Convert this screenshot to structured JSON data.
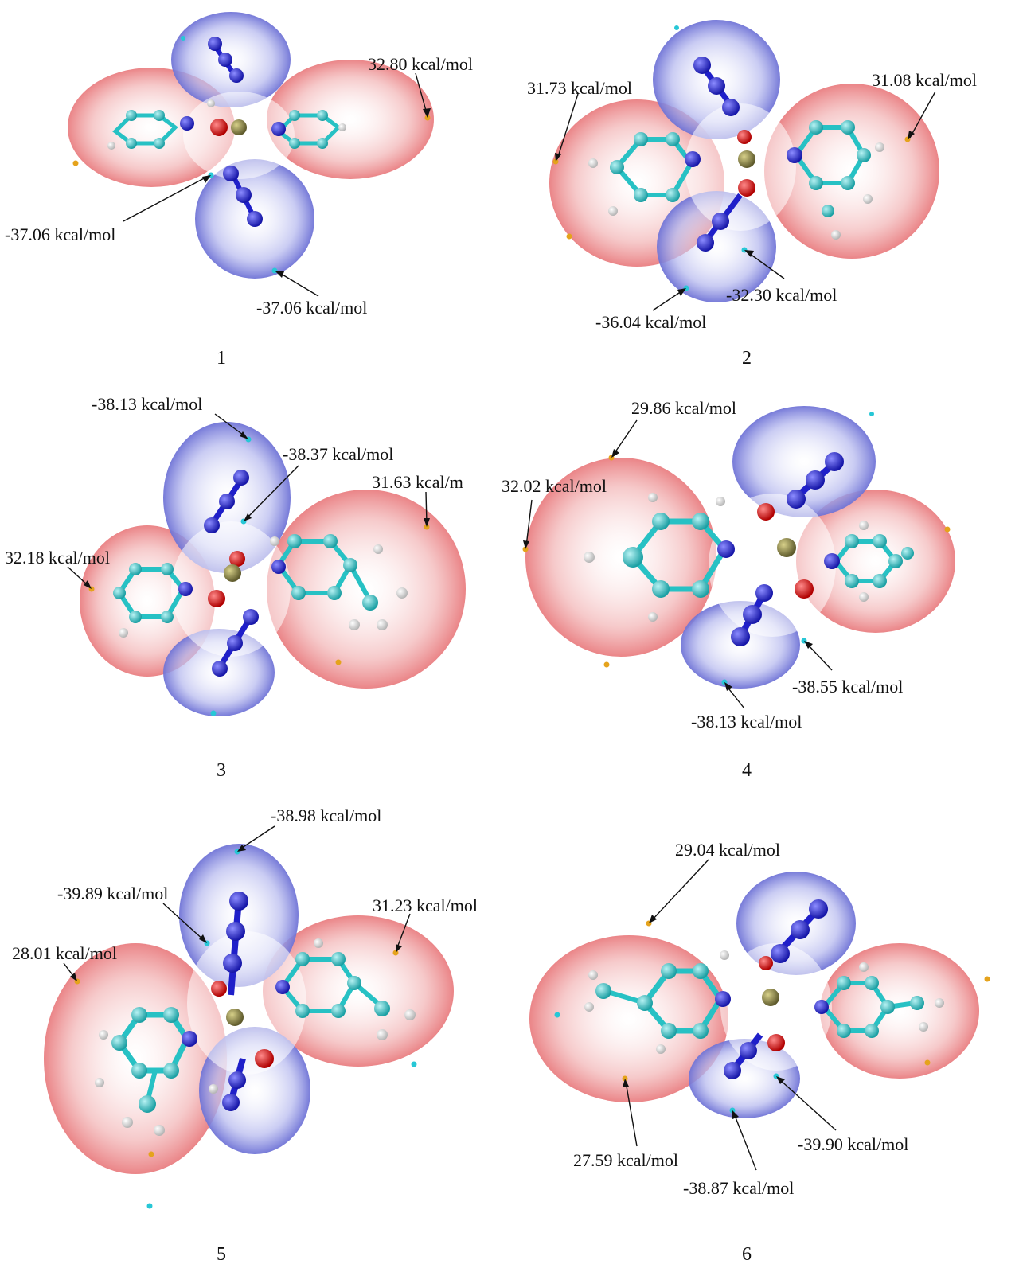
{
  "colors": {
    "negative_surface": "#6f73d6",
    "positive_surface": "#e8777a",
    "nitrogen": "#1f1fc9",
    "carbon": "#27c1c4",
    "hydrogen": "#f2f2f2",
    "oxygen": "#e01010",
    "metal": "#8a8445",
    "surface_max_marker": "#e5a31c",
    "surface_min_marker": "#27c7d6"
  },
  "panels": [
    {
      "number": "1",
      "labels": [
        "32.80 kcal/mol",
        "-37.06 kcal/mol",
        "-37.06 kcal/mol"
      ]
    },
    {
      "number": "2",
      "labels": [
        "31.73 kcal/mol",
        "31.08 kcal/mol",
        "-32.30 kcal/mol",
        "-36.04 kcal/mol"
      ]
    },
    {
      "number": "3",
      "labels": [
        "-38.13 kcal/mol",
        "-38.37 kcal/mol",
        "31.63 kcal/m",
        "32.18 kcal/mol"
      ]
    },
    {
      "number": "4",
      "labels": [
        "29.86 kcal/mol",
        "32.02 kcal/mol",
        "-38.55 kcal/mol",
        "-38.13 kcal/mol"
      ]
    },
    {
      "number": "5",
      "labels": [
        "-38.98 kcal/mol",
        "-39.89 kcal/mol",
        "31.23 kcal/mol",
        "28.01 kcal/mol"
      ]
    },
    {
      "number": "6",
      "labels": [
        "29.04 kcal/mol",
        "27.59 kcal/mol",
        "-39.90 kcal/mol",
        "-38.87 kcal/mol"
      ]
    }
  ]
}
